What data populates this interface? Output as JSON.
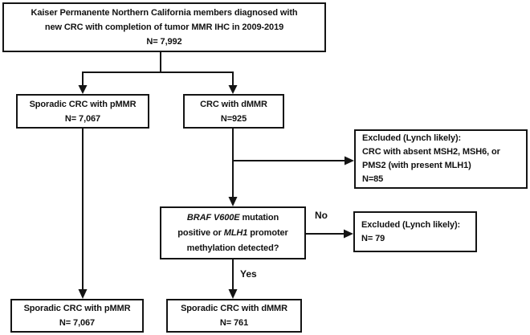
{
  "diagram": {
    "type": "flowchart",
    "colors": {
      "background": "#ffffff",
      "line": "#141414",
      "box_border": "#141414",
      "text": "#121212",
      "box_fill": "#ffffff"
    },
    "boxes": {
      "top": {
        "line1": "Kaiser Permanente Northern California members diagnosed with",
        "line2": "new CRC with completion of tumor MMR IHC in 2009-2019",
        "line3": "N= 7,992"
      },
      "sporadic_pmmr": {
        "line1": "Sporadic CRC with pMMR",
        "line2": "N= 7,067"
      },
      "dmmr": {
        "line1": "CRC with dMMR",
        "line2": "N=925"
      },
      "excluded_msh": {
        "line1": "Excluded (Lynch likely):",
        "line2": "CRC with absent MSH2, MSH6, or",
        "line3": "PMS2 (with present MLH1)",
        "line4": "N=85"
      },
      "braf": {
        "line1_italic": "BRAF V600E",
        "line1_rest": " mutation",
        "line2_pre": "positive or ",
        "line2_italic": "MLH1",
        "line2_rest": " promoter",
        "line3": "methylation detected?"
      },
      "excluded_79": {
        "line1": "Excluded (Lynch likely):",
        "line2": "N= 79"
      },
      "bottom_pmmr": {
        "line1": "Sporadic CRC with pMMR",
        "line2": "N= 7,067"
      },
      "bottom_dmmr": {
        "line1": "Sporadic CRC with dMMR",
        "line2": "N= 761"
      }
    },
    "edge_labels": {
      "no": "No",
      "yes": "Yes"
    }
  }
}
